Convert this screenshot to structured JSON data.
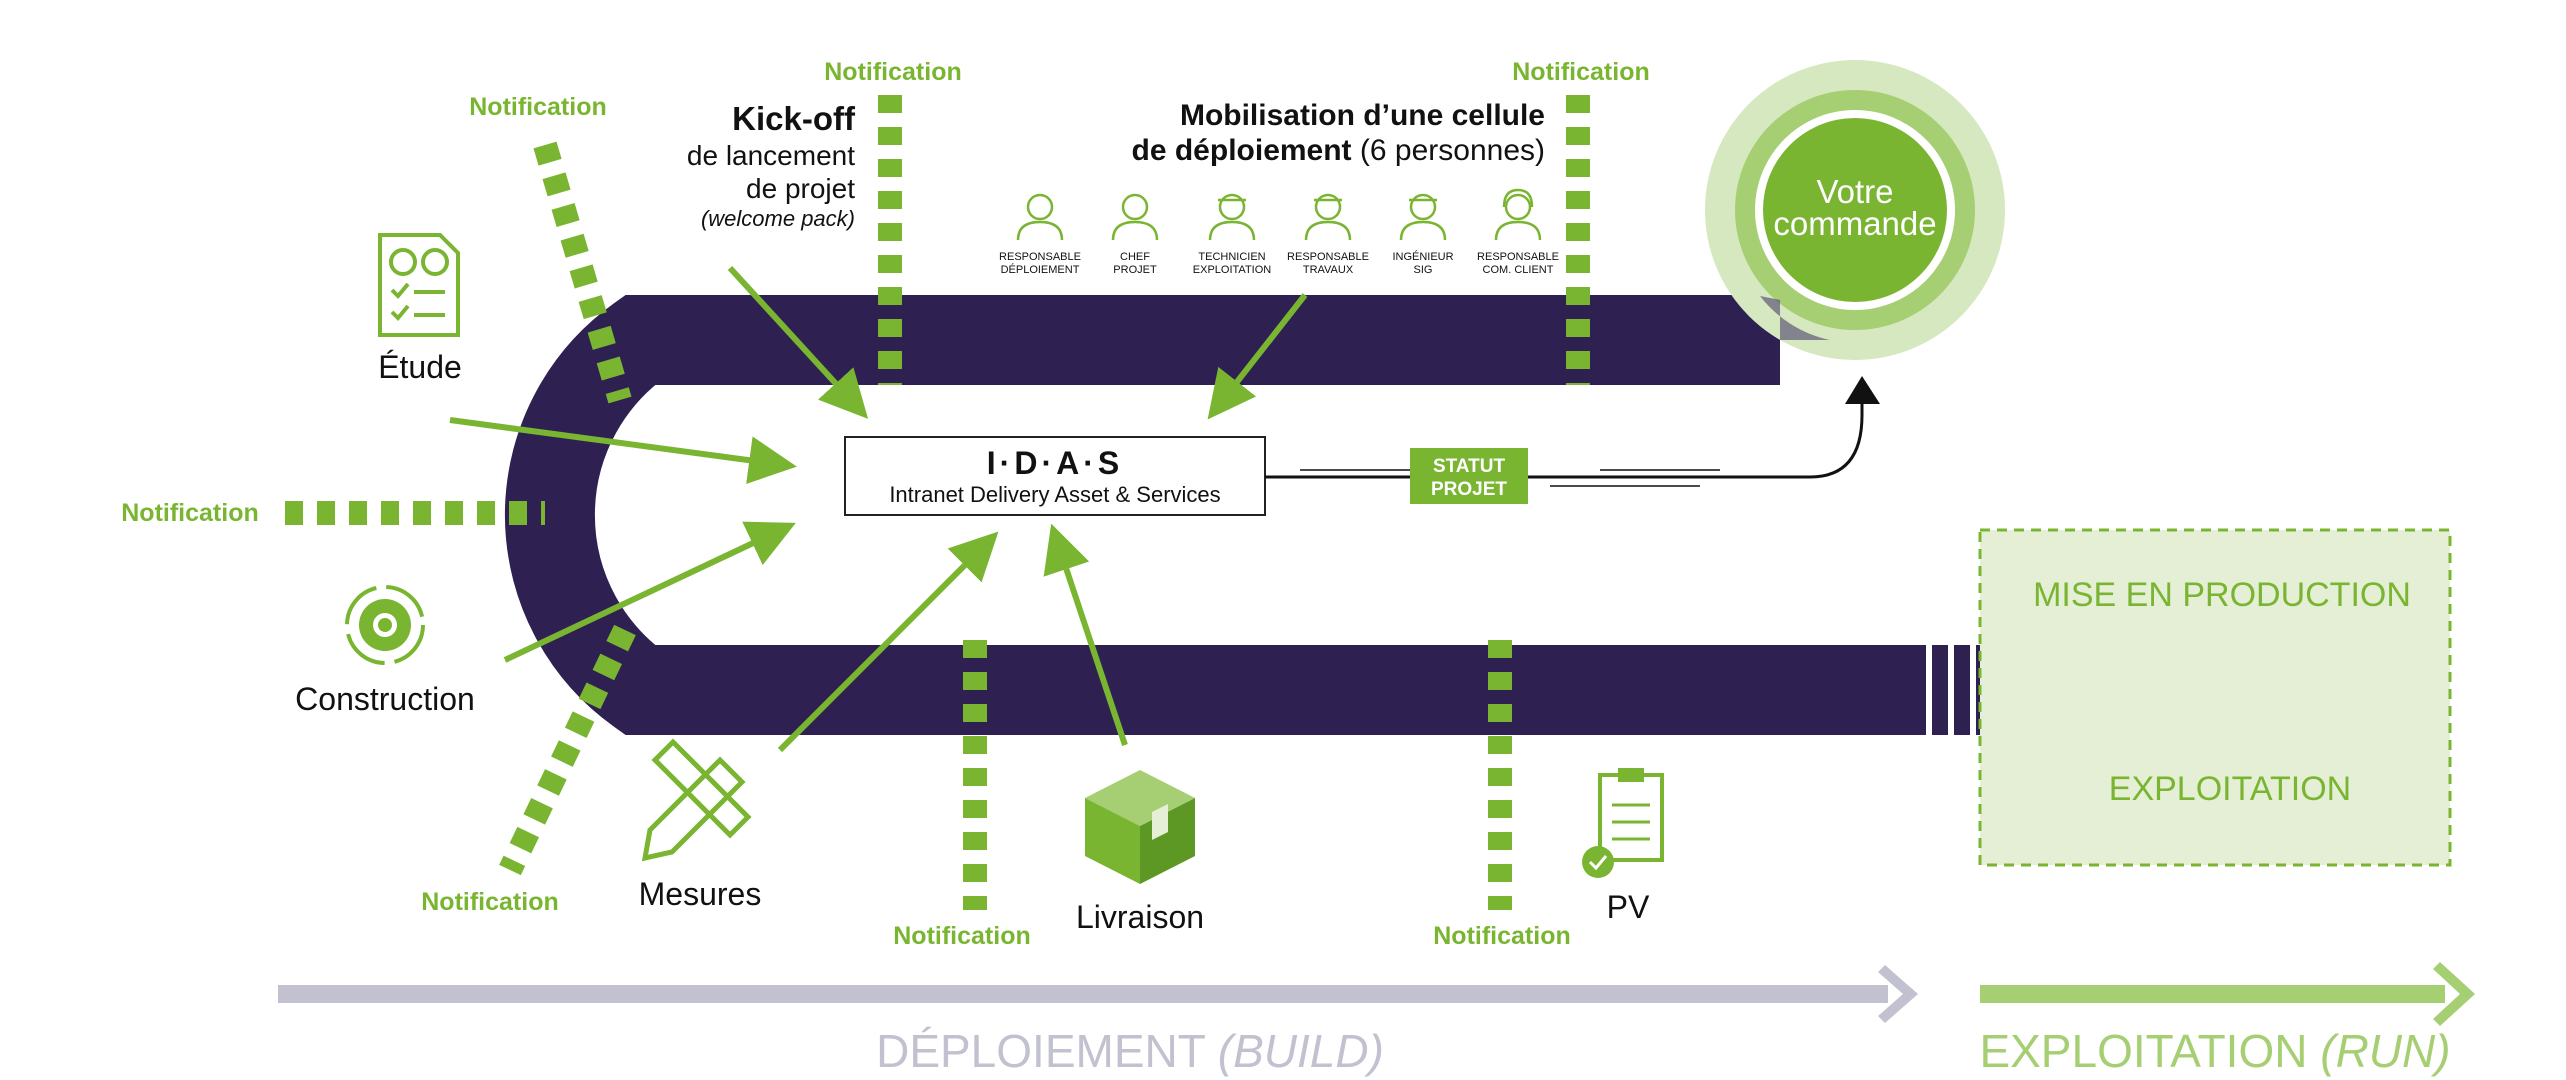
{
  "notifications": {
    "label": "Notification"
  },
  "kickoff": {
    "title": "Kick-off",
    "line1": "de lancement",
    "line2": "de projet",
    "line3": "(welcome pack)"
  },
  "mobilisation": {
    "line1": "Mobilisation d’une cellule",
    "line2_bold": "de déploiement",
    "line2_rest": " (6 personnes)"
  },
  "roles": [
    {
      "line1": "RESPONSABLE",
      "line2": "DÉPLOIEMENT"
    },
    {
      "line1": "CHEF",
      "line2": "PROJET"
    },
    {
      "line1": "TECHNICIEN",
      "line2": "EXPLOITATION"
    },
    {
      "line1": "RESPONSABLE",
      "line2": "TRAVAUX"
    },
    {
      "line1": "INGÉNIEUR",
      "line2": "SIG"
    },
    {
      "line1": "RESPONSABLE",
      "line2": "COM. CLIENT"
    }
  ],
  "commande": {
    "line1": "Votre",
    "line2": "commande"
  },
  "idas": {
    "title": "I·D·A·S",
    "subtitle": "Intranet Delivery Asset & Services"
  },
  "statut": {
    "line1": "STATUT",
    "line2": "PROJET"
  },
  "steps": {
    "etude": "Étude",
    "construction": "Construction",
    "mesures": "Mesures",
    "livraison": "Livraison",
    "pv": "PV"
  },
  "run_box": {
    "top": "MISE EN PRODUCTION",
    "bottom": "EXPLOITATION"
  },
  "phases": {
    "build_main": "DÉPLOIEMENT ",
    "build_sub": "(BUILD)",
    "run_main": "EXPLOITATION ",
    "run_sub": "(RUN)"
  },
  "colors": {
    "green": "#7ab532",
    "light_green": "#e4efd6",
    "navy": "#2e2151",
    "grey": "#c2c1cf"
  }
}
